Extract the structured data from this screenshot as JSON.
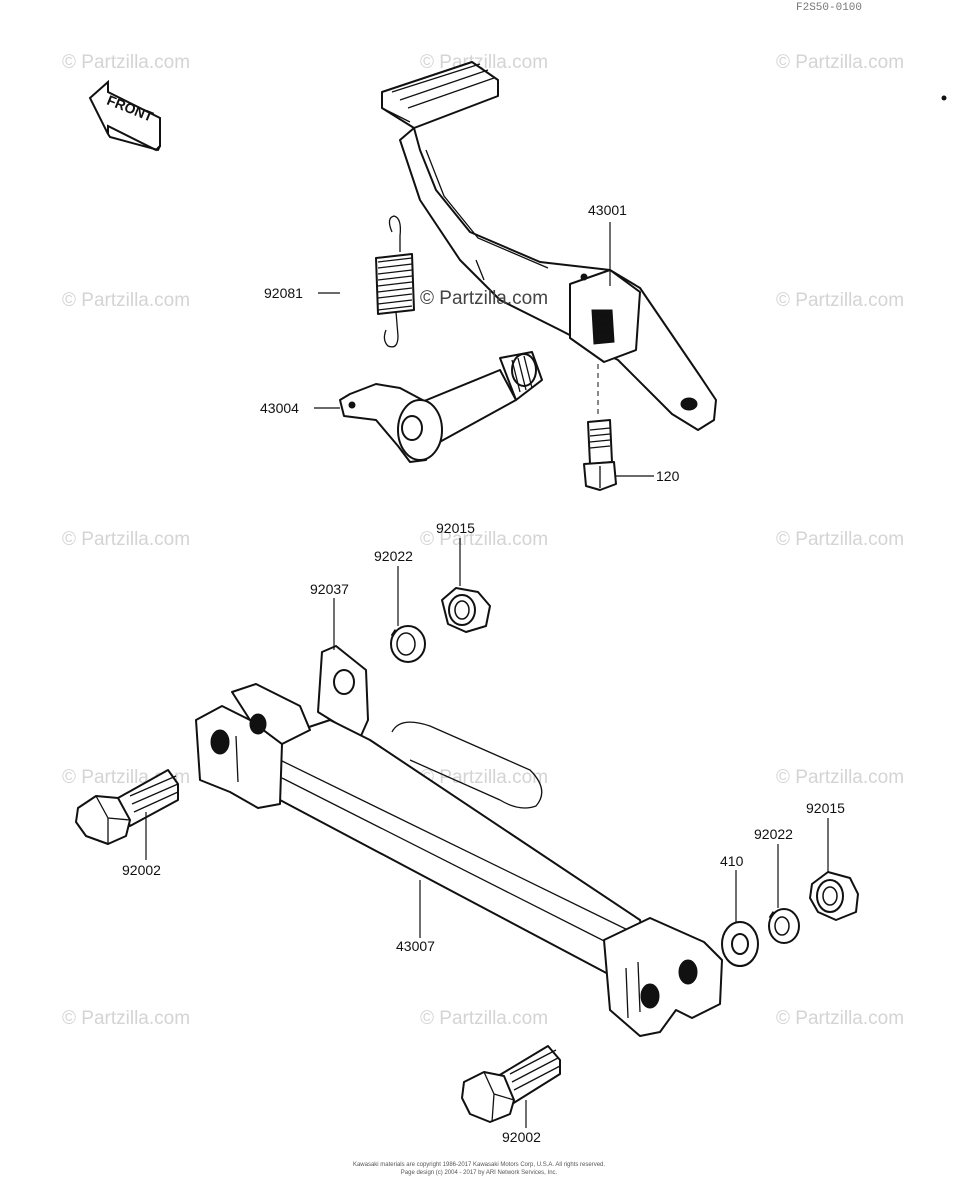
{
  "diagram": {
    "code": "F2S50-0100",
    "front_label": "FRONT",
    "watermark": "© Partzilla.com",
    "center_watermark": "© Partzilla.com",
    "parts": {
      "p43001": "43001",
      "p92081": "92081",
      "p43004": "43004",
      "p120": "120",
      "p92015_top": "92015",
      "p92022_top": "92022",
      "p92037": "92037",
      "p92002_left": "92002",
      "p43007": "43007",
      "p410": "410",
      "p92022_right": "92022",
      "p92015_right": "92015",
      "p92002_bottom": "92002"
    },
    "footer": {
      "line1": "Kawasaki materials are copyright 1986-2017 Kawasaki Motors Corp, U.S.A. All rights reserved.",
      "line2": "Page design (c) 2004 - 2017 by ARI Network Services, Inc."
    }
  }
}
